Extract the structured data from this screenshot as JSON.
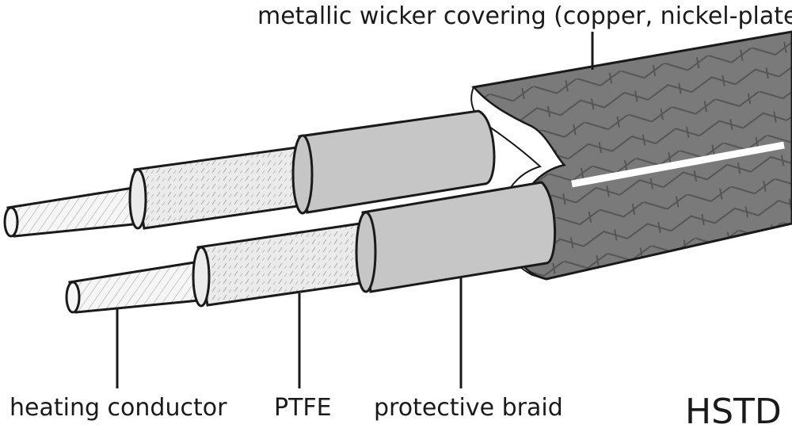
{
  "labels": {
    "covering": "metallic wicker covering (copper, nickel-plated)",
    "conductor": "heating conductor",
    "ptfe": "PTFE",
    "braid": "protective braid",
    "model": "HSTD"
  },
  "colors": {
    "outline": "#1a1a1a",
    "jacket": "#7a7a7a",
    "jacket_pattern": "#5a5a5a",
    "braid_fill": "#c6c6c6",
    "ptfe_fill": "#ebebeb",
    "conductor_fill": "#f6f6f6",
    "stripe": "#ffffff"
  }
}
